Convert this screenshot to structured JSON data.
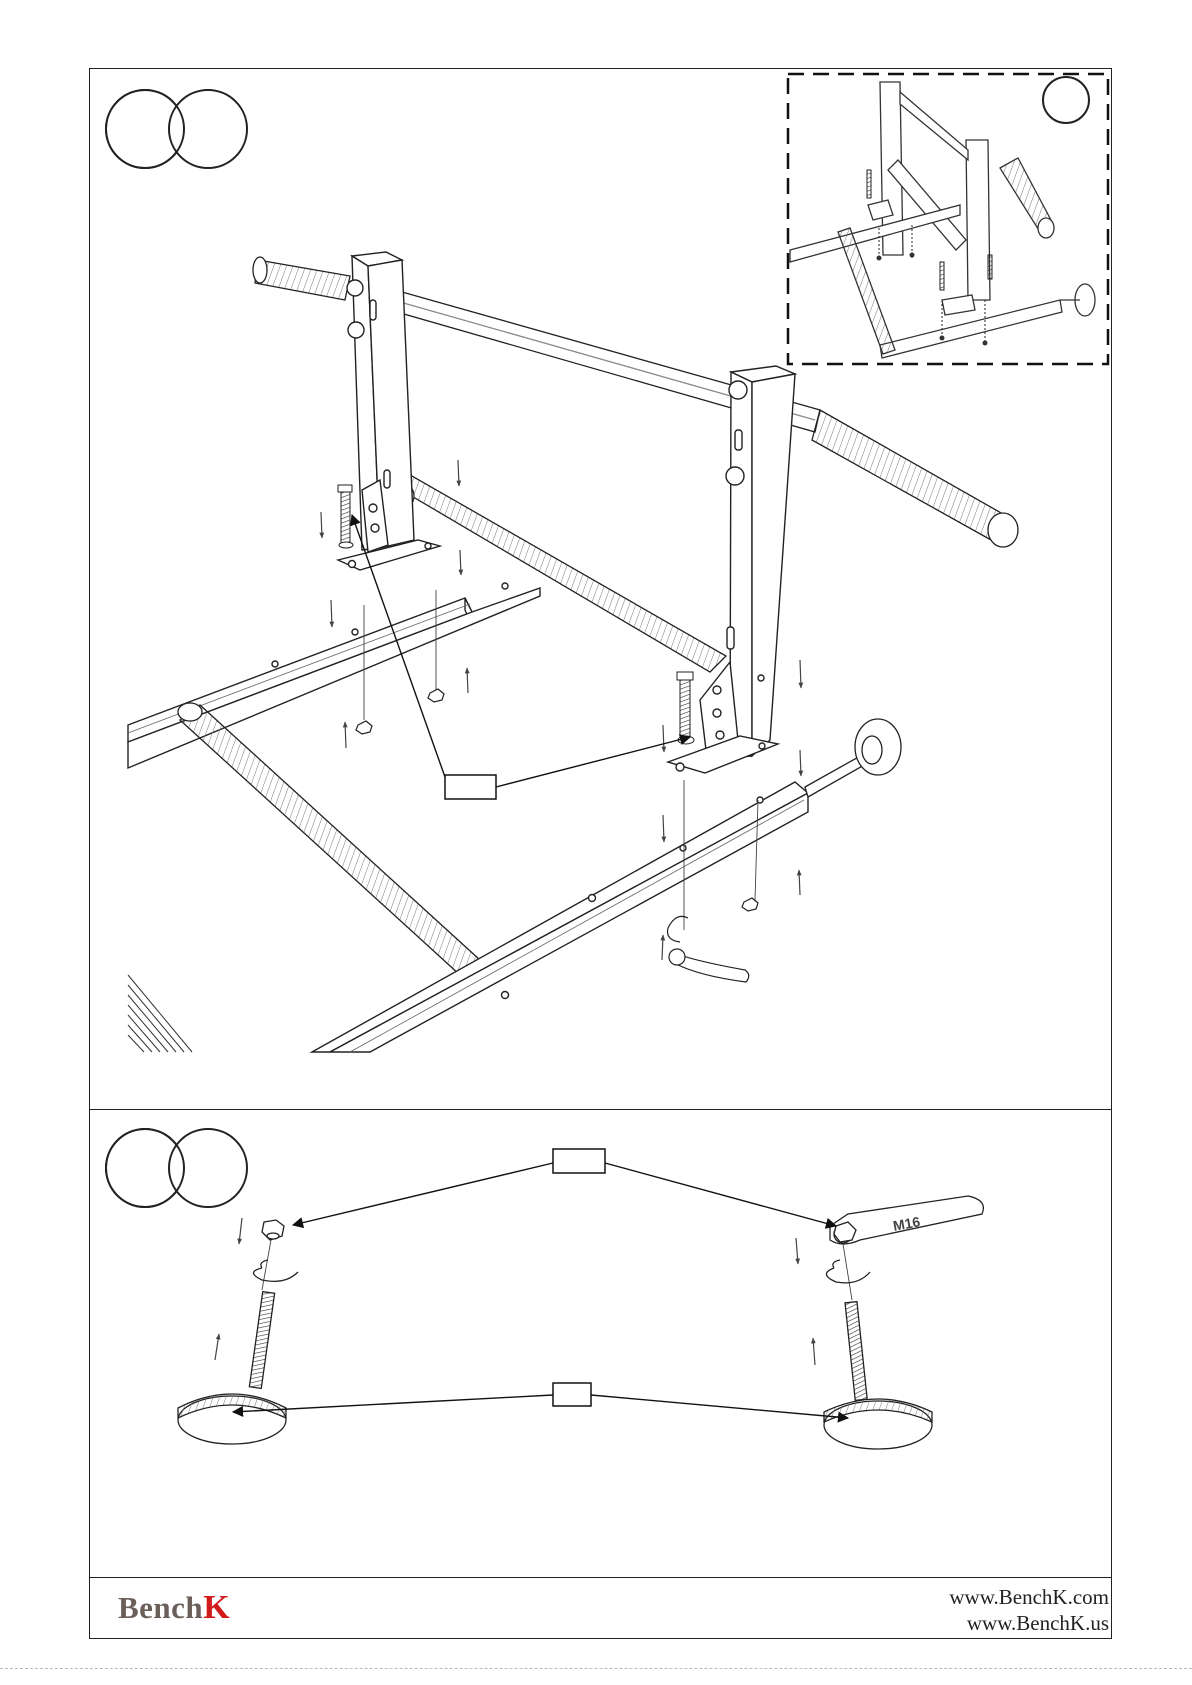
{
  "steps": {
    "step_a": {
      "number_left": "",
      "number_right": ""
    },
    "step_b": {
      "number_left": "",
      "number_right": ""
    },
    "detail_view": {
      "label": ""
    }
  },
  "callouts": {
    "bolt_callout": "",
    "nut_callout": "",
    "foot_callout": ""
  },
  "wrench_marking": "M16",
  "brand": {
    "logo_main": "Bench",
    "logo_accent": "K",
    "logo_accent_color": "#d11a1a"
  },
  "footer": {
    "url_1": "www.BenchK.com",
    "url_2": "www.BenchK.us"
  }
}
